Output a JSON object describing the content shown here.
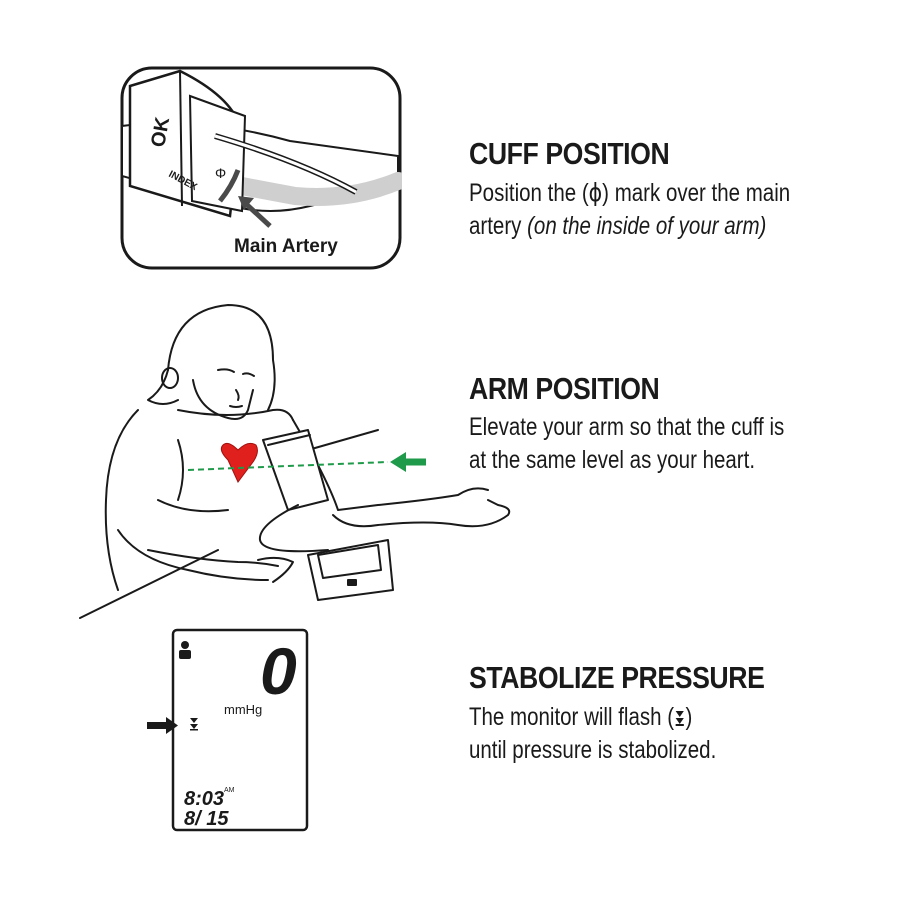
{
  "cuff": {
    "heading": "CUFF POSITION",
    "desc_pre": "Position the (",
    "desc_symbol": "ϕ",
    "desc_post": ") mark over the main",
    "desc_line2_pre": "artery ",
    "desc_line2_italic": "(on the inside of your arm)",
    "illustration": {
      "label_main_artery": "Main Artery",
      "label_ok": "OK",
      "label_index": "INDEX",
      "label_symbol": "Φ"
    }
  },
  "arm": {
    "heading": "ARM POSITION",
    "desc_line1": "Elevate your arm so that the cuff is",
    "desc_line2": "at the same level as your heart.",
    "colors": {
      "heart": "#e0201c",
      "arrow": "#1f9a4a"
    }
  },
  "stabilize": {
    "heading": "STABOLIZE PRESSURE",
    "desc_pre": "The monitor will flash (",
    "desc_symbol": "⏬",
    "desc_post": ")",
    "desc_line2": "until pressure is stabolized.",
    "display": {
      "reading": "0",
      "unit": "mmHg",
      "time": "8:03",
      "meridiem": "AM",
      "date": "8/ 15",
      "user_icon": "user-icon",
      "deflate_icon": "deflate-icon"
    }
  }
}
